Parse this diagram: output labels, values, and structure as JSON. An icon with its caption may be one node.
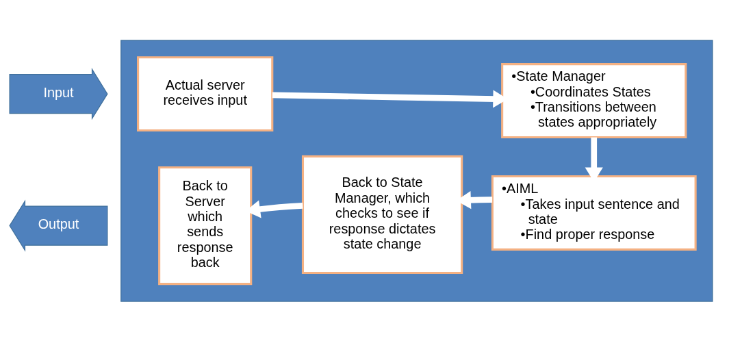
{
  "diagram": {
    "nodes": [
      {
        "text": [
          "Input"
        ]
      },
      {
        "text": [],
        "shape": "box"
      },
      {
        "text": [
          "Actual server receives input"
        ],
        "in": 1
      },
      {
        "text": [
          "•State Manager",
          "•Coordinates States",
          "•Transitions between states appropriately"
        ],
        "in": 1
      },
      {
        "text": [
          "•AIML",
          "•Takes input sentence and state",
          "•Find proper response"
        ],
        "in": 1
      },
      {
        "text": [
          "Back to State Manager, which checks to see if response dictates state change"
        ],
        "in": 1
      },
      {
        "text": [
          "Back to Server which sends response back"
        ],
        "in": 1
      },
      {
        "text": [
          "Output"
        ]
      }
    ],
    "edges": [
      {
        "from": 2,
        "to": 3,
        "arrow": "to"
      },
      {
        "from": 3,
        "to": 4,
        "arrow": "to"
      },
      {
        "from": 4,
        "to": 5,
        "arrow": "to"
      },
      {
        "from": 5,
        "to": 6,
        "arrow": "to"
      }
    ]
  }
}
